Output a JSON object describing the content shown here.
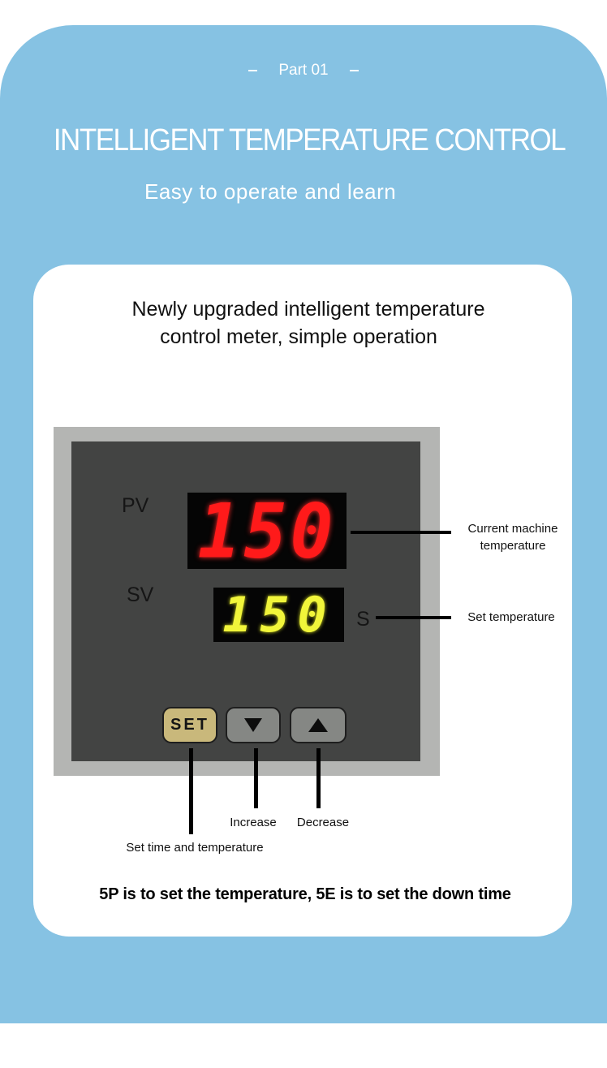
{
  "header": {
    "part_label": "Part 01",
    "title": "INTELLIGENT TEMPERATURE CONTROL",
    "subtitle": "Easy to operate and learn"
  },
  "card": {
    "heading_line1": "Newly upgraded intelligent temperature",
    "heading_line2": "control meter, simple operation",
    "footer_note": "5P is to set the temperature, 5E is to set the down time"
  },
  "meter": {
    "pv_label": "PV",
    "sv_label": "SV",
    "sv_suffix": "S",
    "pv_value": "150",
    "sv_value": "150",
    "buttons": {
      "set": "SET",
      "down_icon": "triangle-down-icon",
      "up_icon": "triangle-up-icon"
    }
  },
  "callouts": {
    "pv": "Current machine temperature",
    "pv_line1": "Current machine",
    "pv_line2": "temperature",
    "sv": "Set temperature",
    "set_button": "Set time and temperature",
    "down_button": "Increase",
    "up_button": "Decrease"
  },
  "colors": {
    "background_blue": "#86c2e3",
    "pv_digits": "#ff1a1a",
    "sv_digits": "#f1f53a",
    "set_button": "#c9b87b",
    "arrow_buttons": "#858784",
    "meter_face": "#434443",
    "meter_bezel": "#b4b5b3"
  }
}
